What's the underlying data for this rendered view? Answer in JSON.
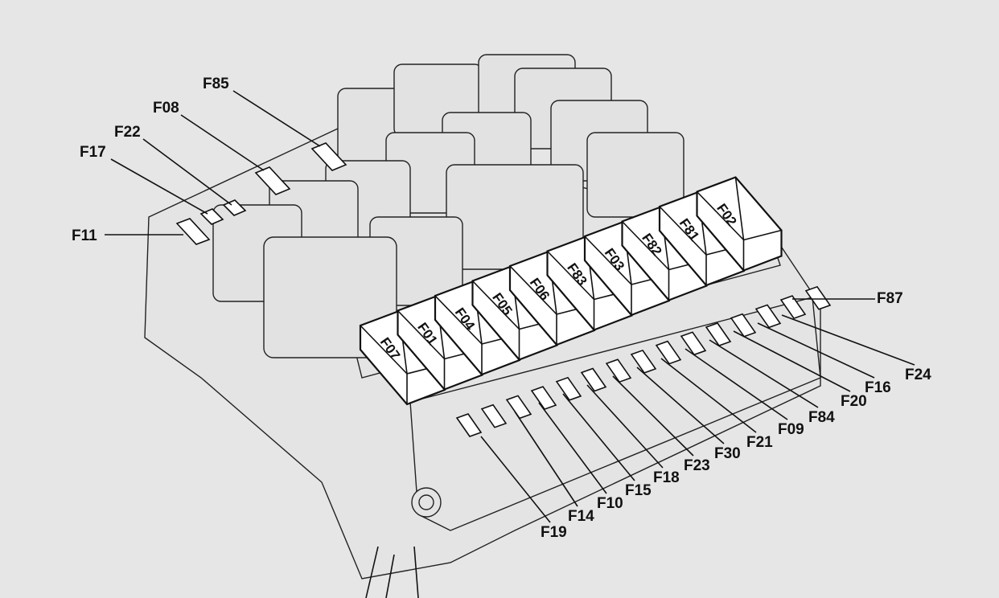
{
  "title": "Fuse box diagram",
  "large_fuses": [
    "F07",
    "F01",
    "F04",
    "F05",
    "F06",
    "F83",
    "F03",
    "F82",
    "F81",
    "F02"
  ],
  "callouts": {
    "F85": "F85",
    "F08": "F08",
    "F22": "F22",
    "F17": "F17",
    "F11": "F11",
    "F87": "F87",
    "F24": "F24",
    "F16": "F16",
    "F20": "F20",
    "F84": "F84",
    "F09": "F09",
    "F21": "F21",
    "F30": "F30",
    "F23": "F23",
    "F18": "F18",
    "F15": "F15",
    "F10": "F10",
    "F14": "F14",
    "F19": "F19"
  }
}
